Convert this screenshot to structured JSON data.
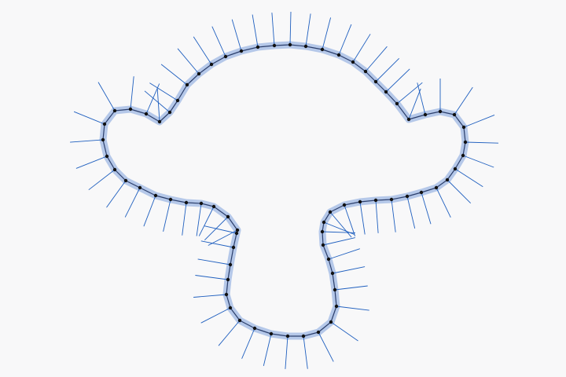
{
  "colors": {
    "background": "#f8f8f9",
    "curve_highlight": "#a9c0e6",
    "normal_line": "#1f5fbf",
    "vertex": "#111111"
  },
  "scene": {
    "shape": "closed-mushroom-contour",
    "vertex_count": 84,
    "features": [
      "curve-highlight",
      "normal-lines",
      "vertex-dots"
    ]
  }
}
